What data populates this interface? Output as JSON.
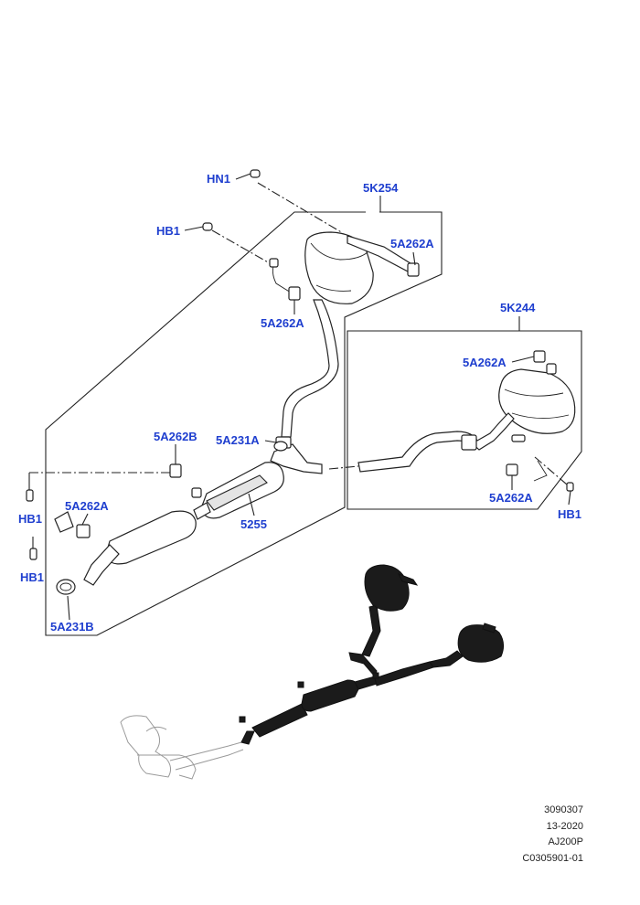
{
  "callouts": [
    {
      "id": "hn1",
      "text": "HN1"
    },
    {
      "id": "hb1-top",
      "text": "HB1"
    },
    {
      "id": "5k254",
      "text": "5K254"
    },
    {
      "id": "5a262a-a",
      "text": "5A262A"
    },
    {
      "id": "5a262a-b",
      "text": "5A262A"
    },
    {
      "id": "5k244",
      "text": "5K244"
    },
    {
      "id": "5a262a-c",
      "text": "5A262A"
    },
    {
      "id": "5a262b",
      "text": "5A262B"
    },
    {
      "id": "5a231a",
      "text": "5A231A"
    },
    {
      "id": "hb1-left",
      "text": "HB1"
    },
    {
      "id": "5a262a-d",
      "text": "5A262A"
    },
    {
      "id": "5255",
      "text": "5255"
    },
    {
      "id": "5a262a-e",
      "text": "5A262A"
    },
    {
      "id": "hb1-right",
      "text": "HB1"
    },
    {
      "id": "hb1-left2",
      "text": "HB1"
    },
    {
      "id": "5a231b",
      "text": "5A231B"
    }
  ],
  "footer": {
    "line1": "3090307",
    "line2": "13-2020",
    "line3": "AJ200P",
    "line4": "C0305901-01"
  }
}
